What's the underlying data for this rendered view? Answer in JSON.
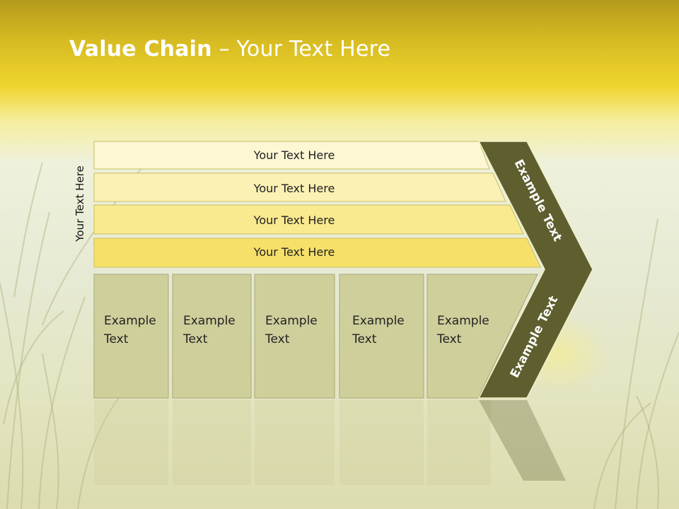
{
  "title": {
    "bold": "Value Chain",
    "rest": " – Your Text Here"
  },
  "side_label": "Your Text Here",
  "bars": [
    {
      "label": "Your Text Here"
    },
    {
      "label": "Your Text Here"
    },
    {
      "label": "Your Text Here"
    },
    {
      "label": "Your Text Here"
    }
  ],
  "boxes": [
    {
      "line1": "Example",
      "line2": "Text"
    },
    {
      "line1": "Example",
      "line2": "Text"
    },
    {
      "line1": "Example",
      "line2": "Text"
    },
    {
      "line1": "Example",
      "line2": "Text"
    },
    {
      "line1": "Example",
      "line2": "Text"
    }
  ],
  "chevron": {
    "upper": "Example Text",
    "lower": "Example Text"
  },
  "colors": {
    "header_yellow": "#f0d632",
    "bar_fills": [
      "#fdf7d4",
      "#fcf1b4",
      "#f9e98f",
      "#f7e06a"
    ],
    "box_fill": "#cfcf9c",
    "chevron_fill": "#5e5e2e"
  }
}
